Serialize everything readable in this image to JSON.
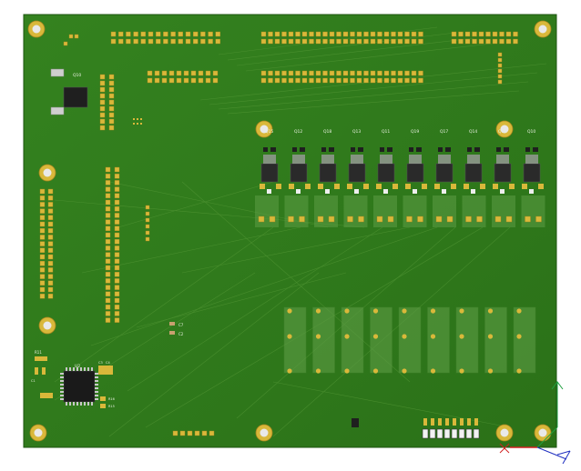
{
  "colors": {
    "background": "#ffffff",
    "board": "#2f7a1f",
    "board_dark": "#276a18",
    "trace": "#5fa040",
    "pad": "#d9b83a",
    "pad_dark": "#a9861e",
    "silk": "#e8f0e0",
    "ic_body": "#2a2a2a",
    "relay_zone": "#5d9c45",
    "axis_x": "#d02020",
    "axis_y": "#20a040",
    "axis_z": "#2030c0"
  },
  "labels": {
    "q_top": [
      "Q15",
      "Q12",
      "Q18",
      "Q13",
      "Q11",
      "Q19",
      "Q17",
      "Q14",
      "Q16",
      "Q10"
    ],
    "q_left": "Q10",
    "u_main": "U2",
    "c7": "C7",
    "c2": "C2",
    "r11": "R11",
    "c1": "C1",
    "r16": "R16",
    "r15": "R15",
    "c3": "C3",
    "c4": "C4"
  },
  "icons": {
    "axis": "view-orientation-axes-icon"
  }
}
